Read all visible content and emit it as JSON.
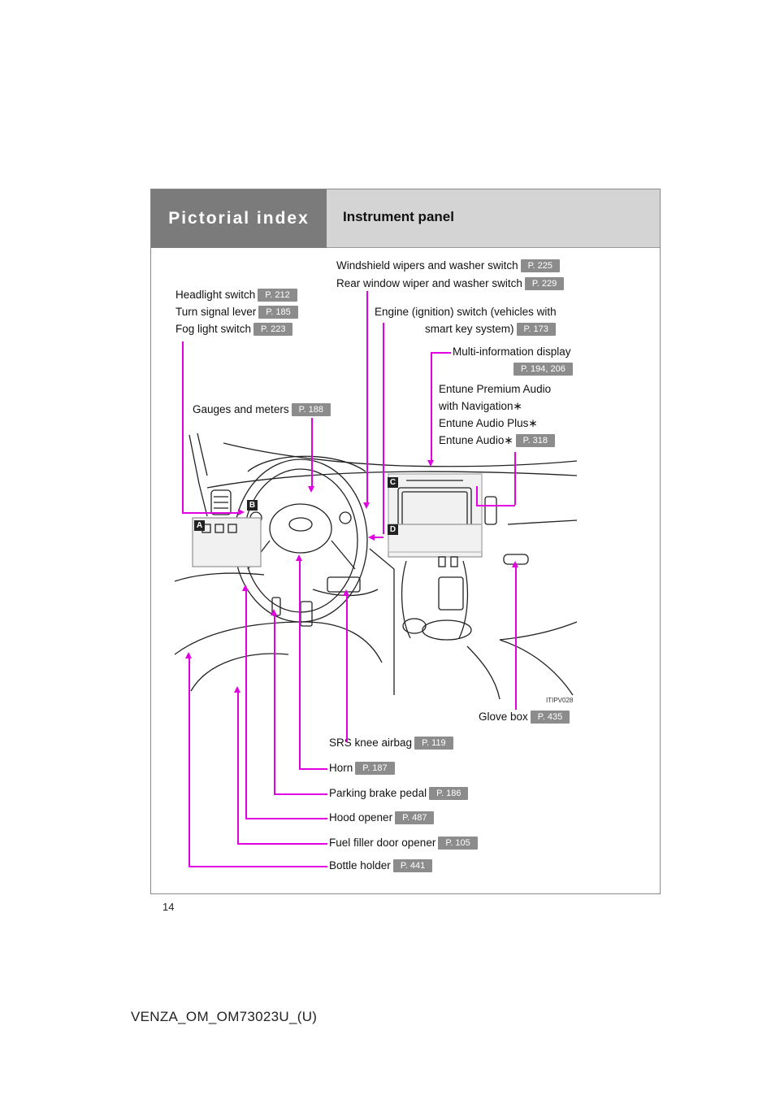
{
  "header": {
    "section": "Pictorial index",
    "title": "Instrument panel"
  },
  "labels": {
    "wipers": "Windshield wipers and washer switch",
    "wipers_page": "P. 225",
    "rear_wiper": "Rear window wiper and washer switch",
    "rear_wiper_page": "P. 229",
    "headlight": "Headlight switch",
    "headlight_page": "P. 212",
    "turn_signal": "Turn signal lever",
    "turn_signal_page": "P. 185",
    "fog_light": "Fog light switch",
    "fog_light_page": "P. 223",
    "engine_line1": "Engine (ignition) switch (vehicles with",
    "engine_line2": "smart key system)",
    "engine_page": "P. 173",
    "multi_info": "Multi-information display",
    "multi_info_page": "P. 194, 206",
    "entune_premium_line1": "Entune Premium Audio",
    "entune_premium_line2": "with Navigation∗",
    "entune_plus": "Entune Audio Plus∗",
    "entune_audio": "Entune Audio∗",
    "entune_page": "P. 318",
    "gauges": "Gauges and meters",
    "gauges_page": "P. 188",
    "glove_box": "Glove box",
    "glove_box_page": "P. 435",
    "knee_airbag": "SRS knee airbag",
    "knee_airbag_page": "P. 119",
    "horn": "Horn",
    "horn_page": "P. 187",
    "parking_brake": "Parking brake pedal",
    "parking_brake_page": "P. 186",
    "hood_opener": "Hood opener",
    "hood_opener_page": "P. 487",
    "fuel_door": "Fuel filler door opener",
    "fuel_door_page": "P. 105",
    "bottle_holder": "Bottle holder",
    "bottle_holder_page": "P. 441"
  },
  "badges": {
    "a": "A",
    "b": "B",
    "c": "C",
    "d": "D"
  },
  "image_code": "ITIPV028",
  "page_number": "14",
  "footer": "VENZA_OM_OM73023U_(U)",
  "colors": {
    "leader": "#e000e0",
    "header_dark": "#7b7b7b",
    "header_light": "#d4d4d4",
    "page_tag": "#8c8c8c"
  }
}
